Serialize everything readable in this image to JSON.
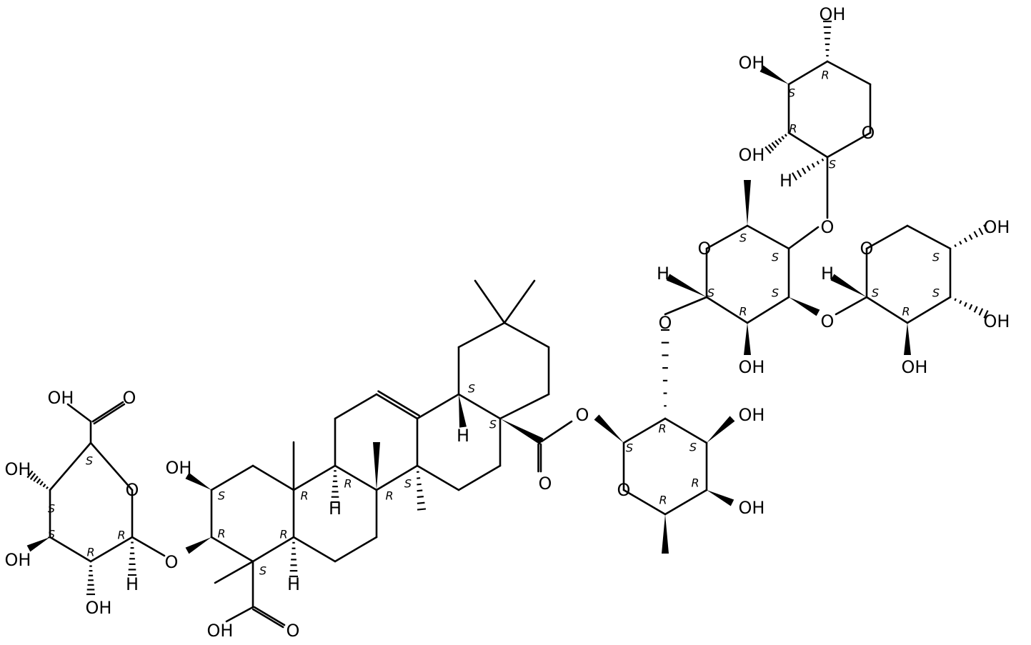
{
  "labels": {
    "OH_ring1_acid": "OH",
    "O_ring1_acid": "O",
    "OH_ring1_c4": "OH",
    "OH_ring1_c3": "OH",
    "OH_ring1_c2": "OH",
    "O_ring1": "O",
    "H_ring1": "H",
    "O_glyco1": "O",
    "OH_a2": "OH",
    "H_a9": "H",
    "H_a5": "H",
    "OH_a23": "OH",
    "O_a23": "O",
    "H_a18": "H",
    "O_ester": "O",
    "O_carbonyl": "O",
    "O_rha_ring": "O",
    "OH_rha3": "OH",
    "OH_rha4": "OH",
    "O_rha_xyl": "O",
    "O_xyl1_ring": "O",
    "H_xyl1": "H",
    "OH_xyl1_2": "OH",
    "O_xyl1_3": "O",
    "O_xyl1_4": "O",
    "O_xyl2_ring": "O",
    "H_xyl2": "H",
    "OH_xyl2_2": "OH",
    "OH_xyl2_3": "OH",
    "OH_xyl2_4": "OH",
    "O_xyl3_ring": "O",
    "H_xyl3": "H",
    "OH_xyl3_2": "OH",
    "OH_xyl3_3": "OH",
    "OH_xyl3_4": "OH"
  },
  "stereo": {
    "g1": "S",
    "g2": "S",
    "g3": "S",
    "g4": "R",
    "g5": "R",
    "a2": "S",
    "a3": "R",
    "a4": "S",
    "a5": "R",
    "a10": "R",
    "a9": "R",
    "a8": "R",
    "a14": "S",
    "a18": "S",
    "a17": "S",
    "r1": "S",
    "r2": "R",
    "r3": "S",
    "r4": "R",
    "r5": "R",
    "x1": "S",
    "x2": "R",
    "x3": "S",
    "x4": "S",
    "x5": "S",
    "y1": "S",
    "y2": "R",
    "y3": "S",
    "y4": "R",
    "z1": "S",
    "z2": "R",
    "z3": "S",
    "z4": "S"
  }
}
